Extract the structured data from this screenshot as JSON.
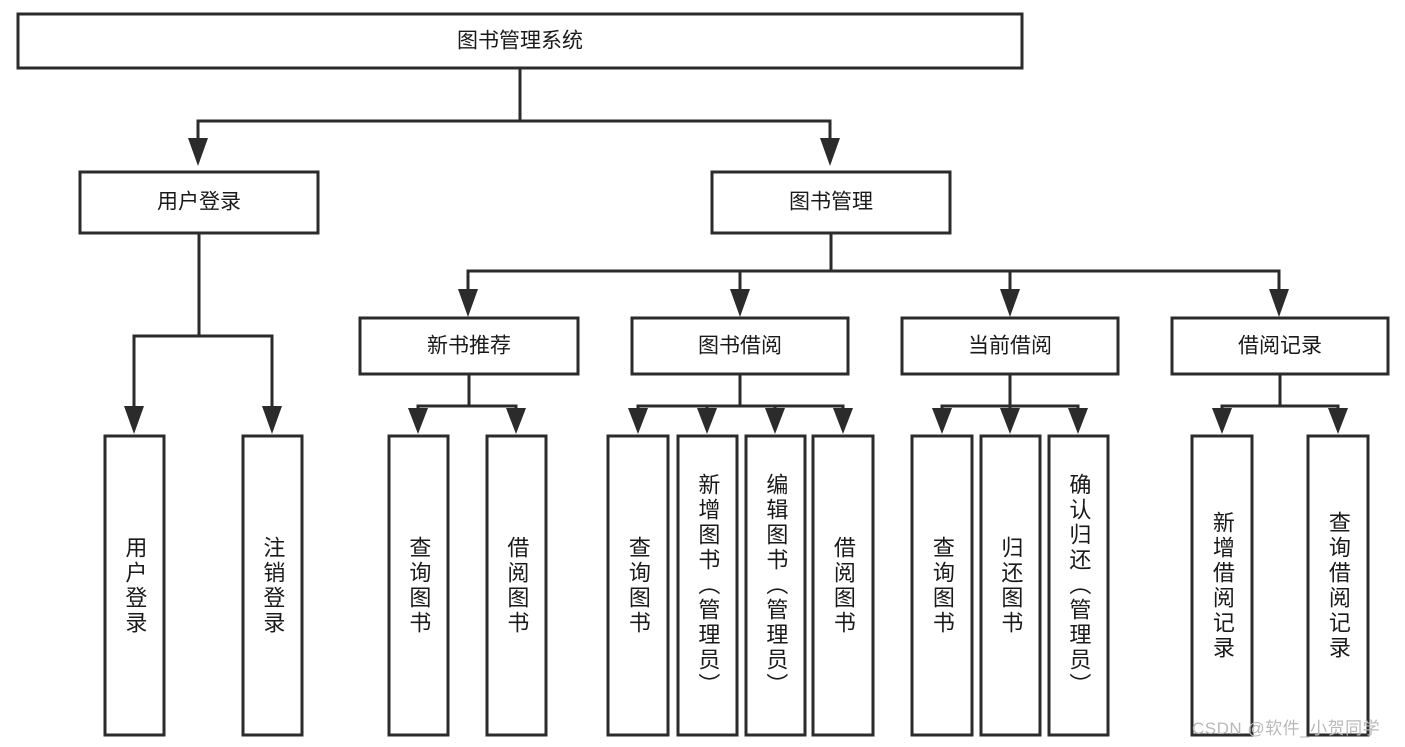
{
  "diagram": {
    "title": "图书管理系统",
    "type": "hierarchy-tree",
    "watermark": "CSDN @软件_小贺同学",
    "colors": {
      "box_stroke": "#2b2b2b",
      "box_fill": "#ffffff",
      "text": "#1a1a1a",
      "background": "#ffffff",
      "watermark": "#b9b9b9"
    },
    "root": {
      "label": "图书管理系统"
    },
    "level2": [
      {
        "id": "user-login",
        "label": "用户登录"
      },
      {
        "id": "book-manage",
        "label": "图书管理"
      }
    ],
    "level3": [
      {
        "id": "new-book-recommend",
        "label": "新书推荐",
        "parent": "book-manage"
      },
      {
        "id": "book-borrow",
        "label": "图书借阅",
        "parent": "book-manage"
      },
      {
        "id": "current-borrow",
        "label": "当前借阅",
        "parent": "book-manage"
      },
      {
        "id": "borrow-record",
        "label": "借阅记录",
        "parent": "book-manage"
      }
    ],
    "leaves": {
      "user-login": [
        {
          "id": "leaf-user-login",
          "label": "用户登录"
        },
        {
          "id": "leaf-user-logout",
          "label": "注销登录"
        }
      ],
      "new-book-recommend": [
        {
          "id": "leaf-query-book-1",
          "label": "查询图书"
        },
        {
          "id": "leaf-borrow-book-1",
          "label": "借阅图书"
        }
      ],
      "book-borrow": [
        {
          "id": "leaf-query-book-2",
          "label": "查询图书"
        },
        {
          "id": "leaf-add-book",
          "label": "新增图书（管理员）"
        },
        {
          "id": "leaf-edit-book",
          "label": "编辑图书（管理员）"
        },
        {
          "id": "leaf-borrow-book-2",
          "label": "借阅图书"
        }
      ],
      "current-borrow": [
        {
          "id": "leaf-query-book-3",
          "label": "查询图书"
        },
        {
          "id": "leaf-return-book",
          "label": "归还图书"
        },
        {
          "id": "leaf-confirm-return",
          "label": "确认归还（管理员）"
        }
      ],
      "borrow-record": [
        {
          "id": "leaf-add-record",
          "label": "新增借阅记录"
        },
        {
          "id": "leaf-query-record",
          "label": "查询借阅记录"
        }
      ]
    }
  }
}
